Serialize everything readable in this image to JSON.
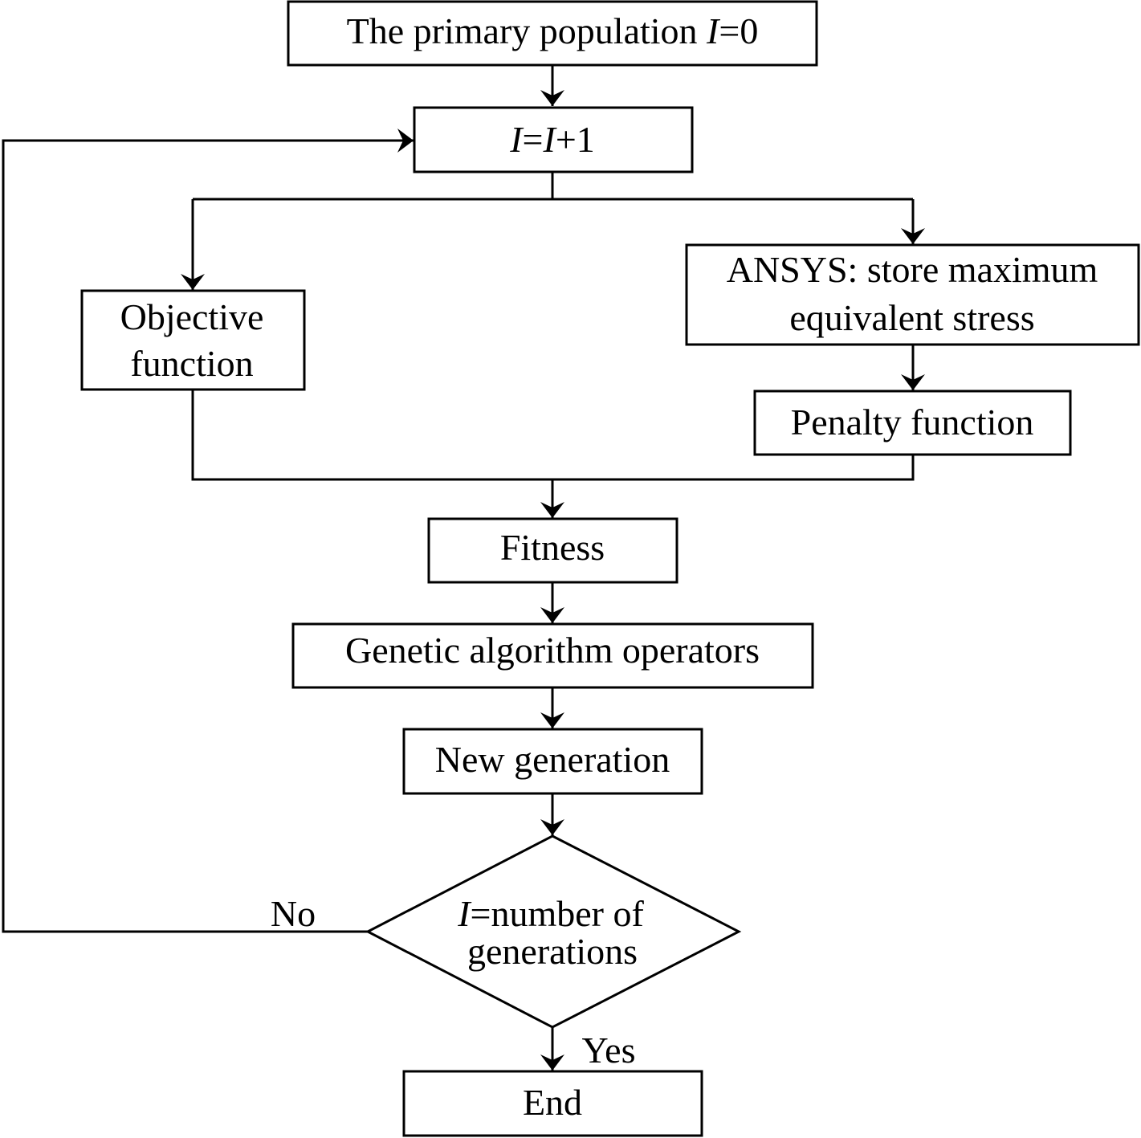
{
  "nodes": {
    "primary_population": {
      "text": "The primary population ",
      "var": "I",
      "eq": "=0"
    },
    "increment": {
      "var1": "I",
      "eq": "=",
      "var2": "I",
      "tail": "+1"
    },
    "objective": {
      "line1": "Objective",
      "line2": "function"
    },
    "ansys": {
      "line1": "ANSYS: store maximum",
      "line2": "equivalent stress"
    },
    "penalty": {
      "text": "Penalty function"
    },
    "fitness": {
      "text": "Fitness"
    },
    "ga_operators": {
      "text": "Genetic algorithm operators"
    },
    "new_generation": {
      "text": "New generation"
    },
    "decision": {
      "var": "I",
      "line1_rest": "=number of",
      "line2": "generations"
    },
    "end": {
      "text": "End"
    }
  },
  "edge_labels": {
    "no": "No",
    "yes": "Yes"
  }
}
